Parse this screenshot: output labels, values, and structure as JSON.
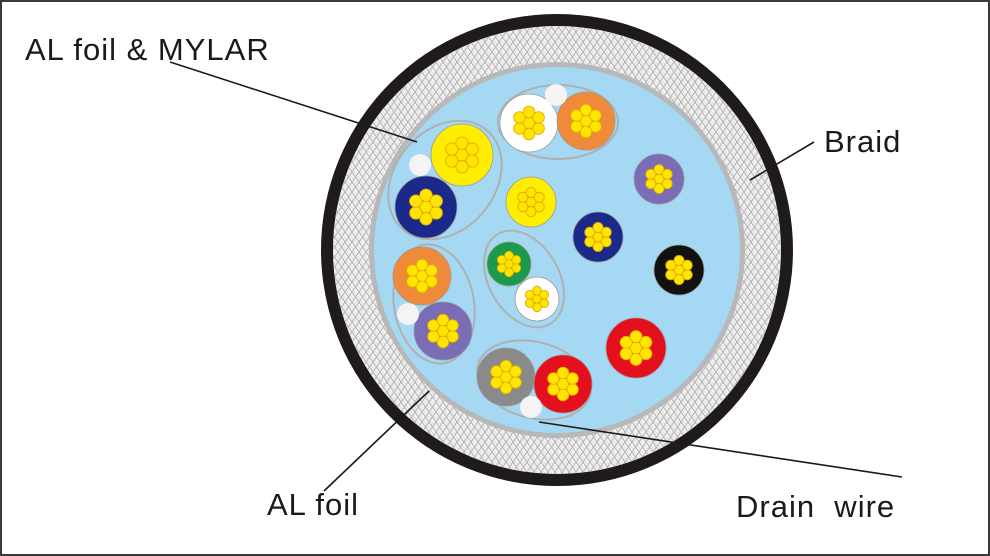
{
  "labels": {
    "al_foil_mylar": "AL foil & MYLAR",
    "braid": "Braid",
    "al_foil": "AL foil",
    "drain_wire": "Drain  wire"
  },
  "colors": {
    "jacket": "#1f1a1b",
    "braid_bg": "#f4f4f4",
    "braid_line": "#b9b9b9",
    "filler": "#a5d8f3",
    "foil": "#b8b8b8",
    "conductor": "#ffe600",
    "conductor_edge": "#e6a800",
    "yellow": "#ffee00",
    "navy": "#1b2a8a",
    "orange": "#ef8a3a",
    "white": "#ffffff",
    "purple": "#7a6db5",
    "green": "#1a9a4a",
    "black": "#111111",
    "red": "#e4101e",
    "gray": "#8a8a8a"
  },
  "cores": [
    {
      "id": "white-top",
      "color": "white"
    },
    {
      "id": "orange-top",
      "color": "orange"
    },
    {
      "id": "yellow-left",
      "color": "yellow"
    },
    {
      "id": "navy-left",
      "color": "navy"
    },
    {
      "id": "yellow-center",
      "color": "yellow"
    },
    {
      "id": "purple-right",
      "color": "purple"
    },
    {
      "id": "navy-center",
      "color": "navy"
    },
    {
      "id": "black-right",
      "color": "black"
    },
    {
      "id": "orange-left",
      "color": "orange"
    },
    {
      "id": "purple-left",
      "color": "purple"
    },
    {
      "id": "green-center",
      "color": "green"
    },
    {
      "id": "white-center",
      "color": "white"
    },
    {
      "id": "red-right",
      "color": "red"
    },
    {
      "id": "gray-bottom",
      "color": "gray"
    },
    {
      "id": "red-bottom",
      "color": "red"
    }
  ],
  "drains": [
    {
      "id": "drain-top"
    },
    {
      "id": "drain-left-upper"
    },
    {
      "id": "drain-left-lower"
    },
    {
      "id": "drain-bottom"
    }
  ]
}
